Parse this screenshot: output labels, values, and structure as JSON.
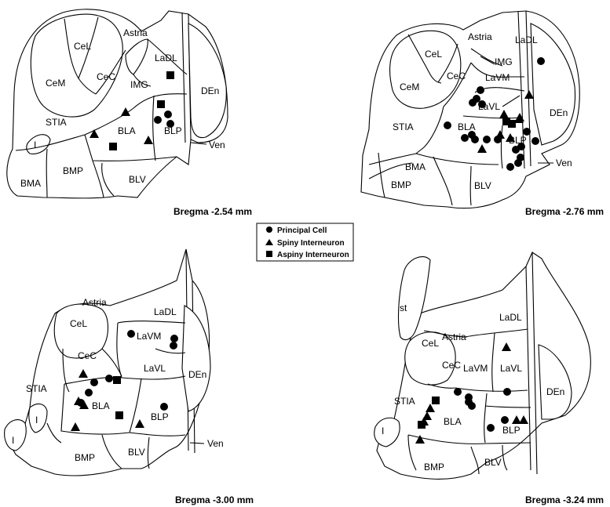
{
  "legend": {
    "principal": "Principal Cell",
    "spiny": "Spiny Interneuron",
    "aspiny": "Aspiny Interneuron"
  },
  "panels": [
    {
      "caption": "Bregma -2.54 mm",
      "labels": {
        "astria": "Astria",
        "cel": "CeL",
        "cem": "CeM",
        "cec": "CeC",
        "ladl": "LaDL",
        "img": "IMG",
        "den": "DEn",
        "stia": "STIA",
        "bla": "BLA",
        "blp": "BLP",
        "i": "I",
        "bma": "BMA",
        "bmp": "BMP",
        "blv": "BLV",
        "ven": "Ven"
      },
      "markers": [
        {
          "type": "spiny",
          "region": "BLA"
        },
        {
          "type": "spiny",
          "region": "BLA"
        },
        {
          "type": "aspiny",
          "region": "BLA"
        },
        {
          "type": "spiny",
          "region": "BLA"
        },
        {
          "type": "aspiny",
          "region": "LaDL"
        },
        {
          "type": "aspiny",
          "region": "BLP"
        },
        {
          "type": "principal",
          "region": "BLP"
        },
        {
          "type": "principal",
          "region": "BLP"
        },
        {
          "type": "principal",
          "region": "BLP"
        }
      ]
    },
    {
      "caption": "Bregma -2.76 mm",
      "labels": {
        "astria": "Astria",
        "cel": "CeL",
        "cem": "CeM",
        "cec": "CeC",
        "ladl": "LaDL",
        "img": "IMG",
        "lavm": "LaVM",
        "lavl": "LaVL",
        "den": "DEn",
        "stia": "STIA",
        "bla": "BLA",
        "blp": "BLP",
        "bma": "BMA",
        "bmp": "BMP",
        "blv": "BLV",
        "ven": "Ven"
      },
      "markers": [
        {
          "type": "principal",
          "region": "IMG"
        },
        {
          "type": "principal",
          "region": "LaVL"
        },
        {
          "type": "principal",
          "region": "LaVL"
        },
        {
          "type": "principal",
          "region": "LaVL"
        },
        {
          "type": "principal",
          "region": "LaVL"
        },
        {
          "type": "spiny",
          "region": "LaVL"
        },
        {
          "type": "spiny",
          "region": "LaVL"
        },
        {
          "type": "spiny",
          "region": "LaVL"
        },
        {
          "type": "aspiny",
          "region": "LaVL"
        },
        {
          "type": "aspiny",
          "region": "LaVL"
        },
        {
          "type": "principal",
          "region": "LaVL"
        },
        {
          "type": "principal",
          "region": "BLA"
        },
        {
          "type": "principal",
          "region": "BLA"
        },
        {
          "type": "principal",
          "region": "BLA"
        },
        {
          "type": "principal",
          "region": "BLA"
        },
        {
          "type": "principal",
          "region": "BLA"
        },
        {
          "type": "principal",
          "region": "BLA"
        },
        {
          "type": "spiny",
          "region": "BLA"
        },
        {
          "type": "spiny",
          "region": "BLP"
        },
        {
          "type": "spiny",
          "region": "BLP"
        },
        {
          "type": "principal",
          "region": "BLP"
        },
        {
          "type": "principal",
          "region": "BLP"
        },
        {
          "type": "principal",
          "region": "BLP"
        },
        {
          "type": "principal",
          "region": "BLP"
        },
        {
          "type": "principal",
          "region": "BLP"
        },
        {
          "type": "principal",
          "region": "BLP"
        },
        {
          "type": "spiny",
          "region": "LaVL"
        }
      ]
    },
    {
      "caption": "Bregma -3.00 mm",
      "labels": {
        "astria": "Astria",
        "cel": "CeL",
        "cec": "CeC",
        "ladl": "LaDL",
        "lavm": "LaVM",
        "lavl": "LaVL",
        "den": "DEn",
        "stia": "STIA",
        "bla": "BLA",
        "blp": "BLP",
        "i_inner": "I",
        "i_outer": "I",
        "bmp": "BMP",
        "blv": "BLV",
        "ven": "Ven"
      },
      "markers": [
        {
          "type": "principal",
          "region": "LaVM"
        },
        {
          "type": "principal",
          "region": "LaVM"
        },
        {
          "type": "principal",
          "region": "LaVM"
        },
        {
          "type": "spiny",
          "region": "BLA"
        },
        {
          "type": "principal",
          "region": "BLA"
        },
        {
          "type": "principal",
          "region": "BLA"
        },
        {
          "type": "aspiny",
          "region": "BLA"
        },
        {
          "type": "principal",
          "region": "BLA"
        },
        {
          "type": "spiny",
          "region": "BLA"
        },
        {
          "type": "principal",
          "region": "BLA"
        },
        {
          "type": "spiny",
          "region": "BLA"
        },
        {
          "type": "aspiny",
          "region": "BLA"
        },
        {
          "type": "spiny",
          "region": "BLA"
        },
        {
          "type": "principal",
          "region": "BLP"
        },
        {
          "type": "spiny",
          "region": "BLP"
        }
      ]
    },
    {
      "caption": "Bregma -3.24 mm",
      "labels": {
        "st": "st",
        "cel": "CeL",
        "astria": "Astria",
        "cec": "CeC",
        "ladl": "LaDL",
        "lavm": "LaVM",
        "lavl": "LaVL",
        "den": "DEn",
        "stia": "STIA",
        "bla": "BLA",
        "blp": "BLP",
        "i": "I",
        "bmp": "BMP",
        "blv": "BLV"
      },
      "markers": [
        {
          "type": "spiny",
          "region": "LaVL"
        },
        {
          "type": "principal",
          "region": "LaVL"
        },
        {
          "type": "principal",
          "region": "BLA"
        },
        {
          "type": "principal",
          "region": "BLA"
        },
        {
          "type": "principal",
          "region": "BLA"
        },
        {
          "type": "principal",
          "region": "BLA"
        },
        {
          "type": "aspiny",
          "region": "BLA"
        },
        {
          "type": "spiny",
          "region": "BLA"
        },
        {
          "type": "spiny",
          "region": "BLA"
        },
        {
          "type": "spiny",
          "region": "BLA"
        },
        {
          "type": "aspiny",
          "region": "BLA"
        },
        {
          "type": "spiny",
          "region": "BLA"
        },
        {
          "type": "principal",
          "region": "BLP"
        },
        {
          "type": "principal",
          "region": "BLP"
        },
        {
          "type": "spiny",
          "region": "BLP"
        },
        {
          "type": "spiny",
          "region": "BLP"
        }
      ]
    }
  ]
}
